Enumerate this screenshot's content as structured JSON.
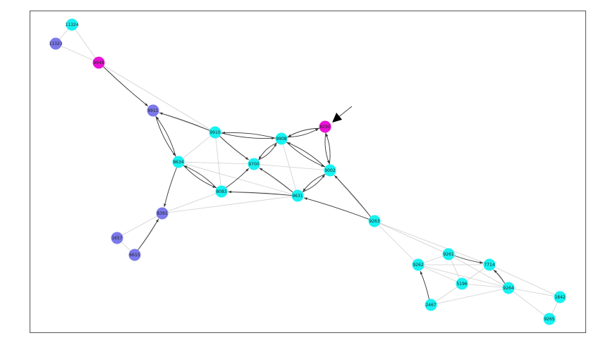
{
  "colors": {
    "cyan": "#17f2f2",
    "purple": "#7b79ea",
    "magenta": "#ea11d6",
    "arrow_edge": "#333333",
    "faint_edge": "#cfcfcf",
    "pointer": "#000000"
  },
  "nodes": [
    {
      "id": "11324",
      "label": "11324",
      "color": "cyan"
    },
    {
      "id": "11323",
      "label": "11323",
      "color": "purple"
    },
    {
      "id": "9949",
      "label": "9949",
      "color": "magenta"
    },
    {
      "id": "9911",
      "label": "9911",
      "color": "purple"
    },
    {
      "id": "9910",
      "label": "9910",
      "color": "cyan"
    },
    {
      "id": "9908",
      "label": "9908",
      "color": "cyan"
    },
    {
      "id": "8290",
      "label": "8290",
      "color": "magenta"
    },
    {
      "id": "8634",
      "label": "8634",
      "color": "cyan"
    },
    {
      "id": "9700",
      "label": "9700",
      "color": "cyan"
    },
    {
      "id": "9002",
      "label": "9002",
      "color": "cyan"
    },
    {
      "id": "8083",
      "label": "8083",
      "color": "cyan"
    },
    {
      "id": "9631",
      "label": "9631",
      "color": "cyan"
    },
    {
      "id": "8391",
      "label": "8391",
      "color": "purple"
    },
    {
      "id": "1657",
      "label": "1657",
      "color": "purple"
    },
    {
      "id": "6615",
      "label": "6615",
      "color": "purple"
    },
    {
      "id": "9263",
      "label": "9263",
      "color": "cyan"
    },
    {
      "id": "9261",
      "label": "9261",
      "color": "cyan"
    },
    {
      "id": "9262",
      "label": "9262",
      "color": "cyan"
    },
    {
      "id": "7714",
      "label": "7714",
      "color": "cyan"
    },
    {
      "id": "5196",
      "label": "5196",
      "color": "cyan"
    },
    {
      "id": "9264",
      "label": "9264",
      "color": "cyan"
    },
    {
      "id": "2467",
      "label": "2467",
      "color": "cyan"
    },
    {
      "id": "1842",
      "label": "1842",
      "color": "cyan"
    },
    {
      "id": "9265",
      "label": "9265",
      "color": "cyan"
    }
  ],
  "directed_edges": [
    [
      "9949",
      "9911"
    ],
    [
      "9910",
      "9911"
    ],
    [
      "9911",
      "8634"
    ],
    [
      "8634",
      "9911"
    ],
    [
      "9910",
      "9908"
    ],
    [
      "9908",
      "9910"
    ],
    [
      "9910",
      "9700"
    ],
    [
      "9908",
      "8290"
    ],
    [
      "8290",
      "9908"
    ],
    [
      "9002",
      "8290"
    ],
    [
      "8290",
      "9002"
    ],
    [
      "9002",
      "9908"
    ],
    [
      "9908",
      "9002"
    ],
    [
      "9700",
      "9908"
    ],
    [
      "9908",
      "9700"
    ],
    [
      "8634",
      "8083"
    ],
    [
      "8083",
      "8634"
    ],
    [
      "8083",
      "9700"
    ],
    [
      "9631",
      "9700"
    ],
    [
      "9631",
      "9002"
    ],
    [
      "9002",
      "9631"
    ],
    [
      "9631",
      "8083"
    ],
    [
      "9263",
      "9631"
    ],
    [
      "9263",
      "9002"
    ],
    [
      "8634",
      "8391"
    ],
    [
      "6615",
      "8391"
    ],
    [
      "9261",
      "7714"
    ],
    [
      "2467",
      "9262"
    ],
    [
      "9264",
      "7714"
    ]
  ],
  "faint_edges": [
    [
      "11324",
      "11323"
    ],
    [
      "11324",
      "9949"
    ],
    [
      "11323",
      "9949"
    ],
    [
      "9949",
      "9910"
    ],
    [
      "9911",
      "9910"
    ],
    [
      "9910",
      "8634"
    ],
    [
      "9910",
      "8083"
    ],
    [
      "8634",
      "9700"
    ],
    [
      "8634",
      "9631"
    ],
    [
      "8083",
      "9631"
    ],
    [
      "9700",
      "9631"
    ],
    [
      "9700",
      "9002"
    ],
    [
      "9908",
      "9631"
    ],
    [
      "9002",
      "9263"
    ],
    [
      "8391",
      "1657"
    ],
    [
      "8391",
      "6615"
    ],
    [
      "1657",
      "6615"
    ],
    [
      "8391",
      "8083"
    ],
    [
      "8391",
      "9631"
    ],
    [
      "9263",
      "9262"
    ],
    [
      "9263",
      "9261"
    ],
    [
      "9263",
      "7714"
    ],
    [
      "9261",
      "9262"
    ],
    [
      "9261",
      "5196"
    ],
    [
      "9261",
      "9264"
    ],
    [
      "9262",
      "5196"
    ],
    [
      "9262",
      "9264"
    ],
    [
      "9262",
      "7714"
    ],
    [
      "5196",
      "7714"
    ],
    [
      "5196",
      "2467"
    ],
    [
      "5196",
      "9264"
    ],
    [
      "2467",
      "9264"
    ],
    [
      "7714",
      "9264"
    ],
    [
      "9264",
      "1842"
    ],
    [
      "9264",
      "9265"
    ],
    [
      "1842",
      "9265"
    ],
    [
      "7714",
      "1842"
    ]
  ],
  "pointer": {
    "target": "8290"
  }
}
